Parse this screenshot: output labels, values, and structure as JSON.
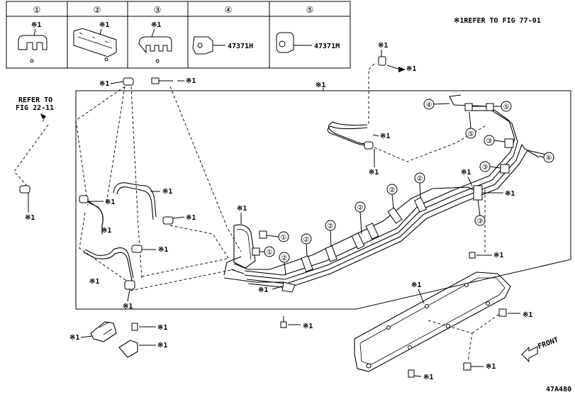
{
  "header_cells": [
    "①",
    "②",
    "③",
    "④",
    "⑤"
  ],
  "note_mark": "※1",
  "part_numbers": {
    "p4": "47371H",
    "p5": "47371M"
  },
  "refer_top": "※1REFER TO FIG 77-01",
  "refer_left_line1": "REFER TO",
  "refer_left_line2": "FIG 22-11",
  "circle_labels": {
    "c1": "①",
    "c2": "②",
    "c3": "③",
    "c4": "④",
    "c5": "⑤"
  },
  "front_label": "FRONT",
  "figure_code": "47A480"
}
